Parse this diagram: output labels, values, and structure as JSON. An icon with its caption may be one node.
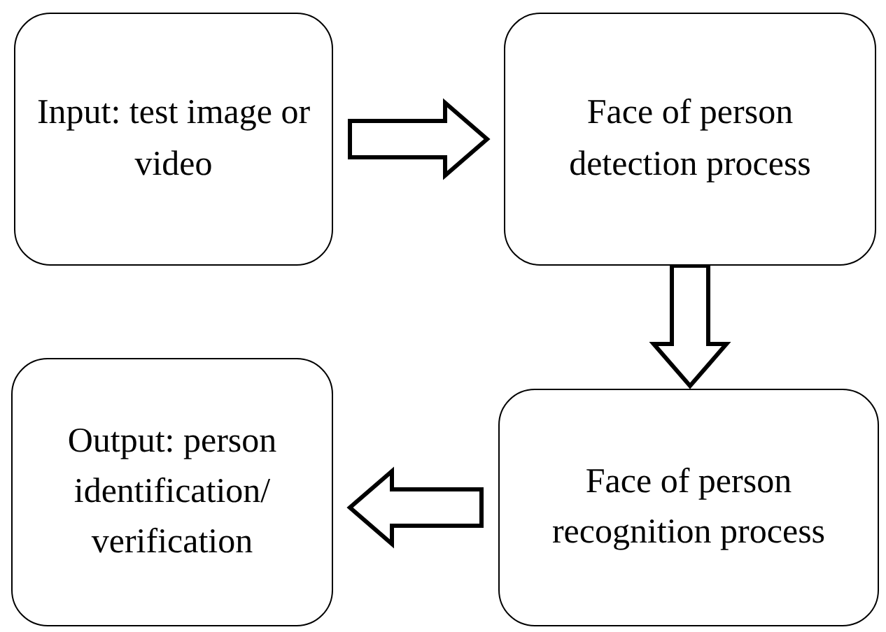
{
  "diagram": {
    "nodes": [
      {
        "text": [
          "Input: test image or video"
        ]
      },
      {
        "text": [
          "Face of person detection process"
        ]
      },
      {
        "text": [
          "Output: person identification/ verification"
        ]
      },
      {
        "text": [
          "Face of person recognition process"
        ]
      }
    ],
    "edges": [
      {
        "from": 0,
        "to": 1,
        "arrow": "to"
      },
      {
        "from": 1,
        "to": 3,
        "arrow": "to"
      },
      {
        "from": 3,
        "to": 2,
        "arrow": "to"
      }
    ]
  }
}
